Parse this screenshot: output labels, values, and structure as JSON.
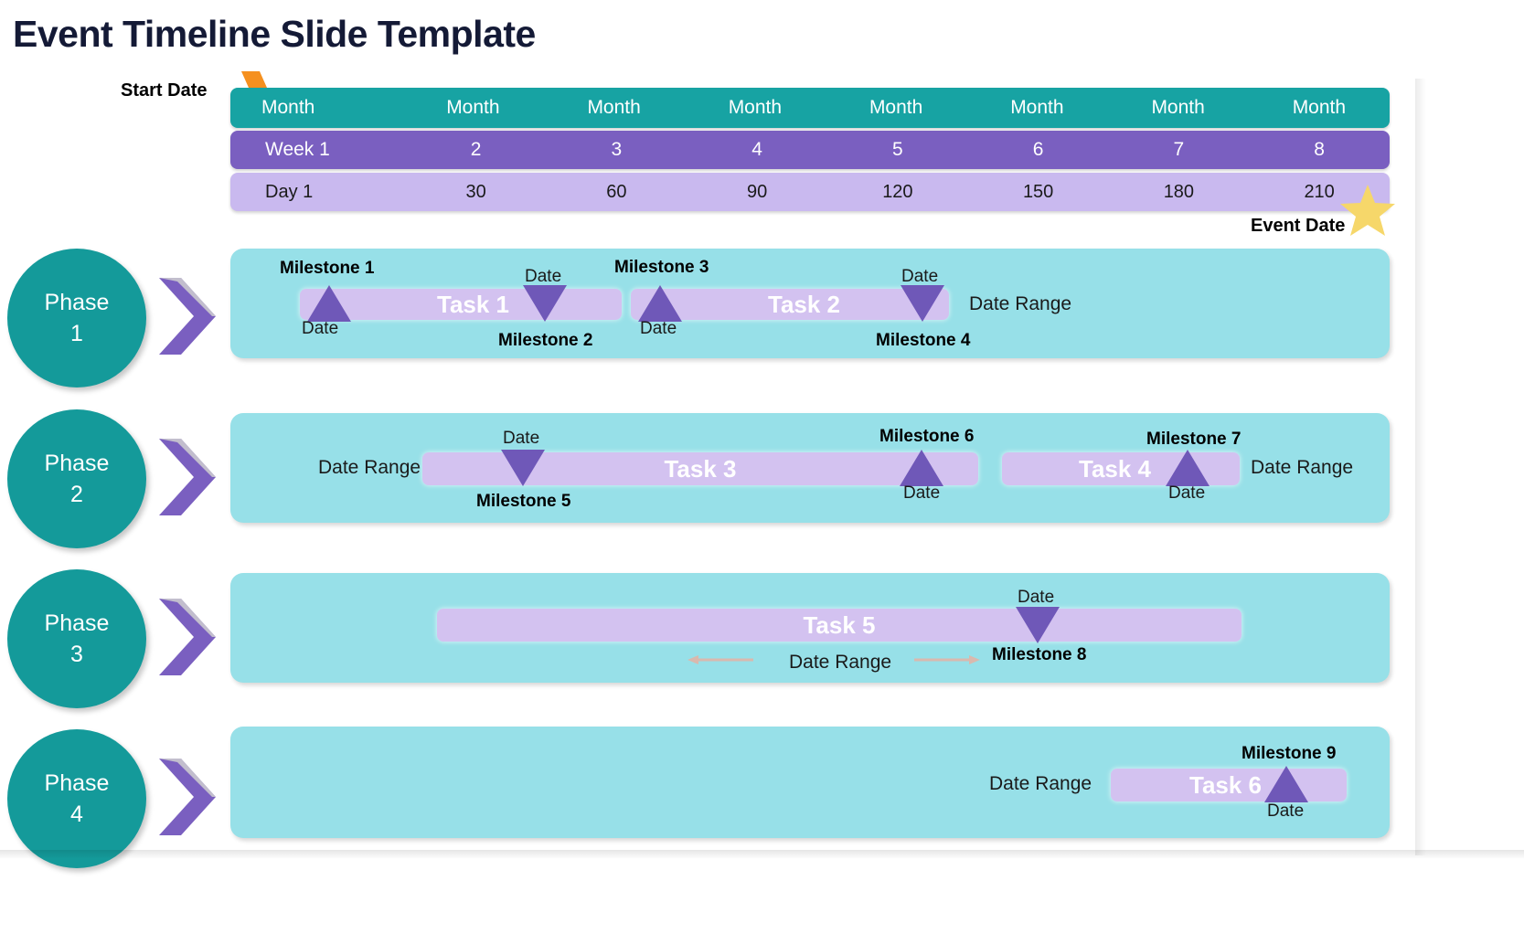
{
  "title": "Event Timeline Slide Template",
  "header": {
    "start_date_label": "Start Date",
    "event_date_label": "Event Date",
    "start_chevron_icon": "chevron-right-icon",
    "event_star_icon": "star-icon",
    "months": [
      "Month",
      "Month",
      "Month",
      "Month",
      "Month",
      "Month",
      "Month",
      "Month"
    ],
    "weeks": [
      "Week 1",
      "2",
      "3",
      "4",
      "5",
      "6",
      "7",
      "8"
    ],
    "days": [
      "Day 1",
      "30",
      "60",
      "90",
      "120",
      "150",
      "180",
      "210"
    ]
  },
  "colors": {
    "title": "#141a36",
    "month_bar": "#17a3a3",
    "week_bar": "#7a5fc0",
    "day_bar": "#c9b9ef",
    "phase_circle": "#149a9a",
    "phase_chevron": "#7a5fc0",
    "panel": "#97e0e8",
    "task_bar": "#d3c2f0",
    "milestone_triangle": "#6f58b8",
    "start_chevron": "#f5901f",
    "event_star": "#f6d76a"
  },
  "phases": [
    {
      "circle_line1": "Phase",
      "circle_line2": "1",
      "chevron_icon": "chevron-right-icon",
      "tasks": [
        {
          "label": "Task 1"
        },
        {
          "label": "Task 2"
        }
      ],
      "milestones": [
        {
          "name": "Milestone 1",
          "date": "Date",
          "direction": "up"
        },
        {
          "name": "Milestone 2",
          "date": "Date",
          "direction": "down"
        },
        {
          "name": "Milestone 3",
          "date": "Date",
          "direction": "up"
        },
        {
          "name": "Milestone 4",
          "date": "Date",
          "direction": "down"
        }
      ],
      "ranges": [
        "Date Range"
      ]
    },
    {
      "circle_line1": "Phase",
      "circle_line2": "2",
      "chevron_icon": "chevron-right-icon",
      "tasks": [
        {
          "label": "Task 3"
        },
        {
          "label": "Task 4"
        }
      ],
      "milestones": [
        {
          "name": "Milestone 5",
          "date": "Date",
          "direction": "down"
        },
        {
          "name": "Milestone 6",
          "date": "Date",
          "direction": "up"
        },
        {
          "name": "Milestone 7",
          "date": "Date",
          "direction": "up"
        }
      ],
      "ranges": [
        "Date Range",
        "Date Range"
      ]
    },
    {
      "circle_line1": "Phase",
      "circle_line2": "3",
      "chevron_icon": "chevron-right-icon",
      "tasks": [
        {
          "label": "Task 5"
        }
      ],
      "milestones": [
        {
          "name": "Milestone 8",
          "date": "Date",
          "direction": "down"
        }
      ],
      "ranges": [
        "Date Range"
      ]
    },
    {
      "circle_line1": "Phase",
      "circle_line2": "4",
      "chevron_icon": "chevron-right-icon",
      "tasks": [
        {
          "label": "Task 6"
        }
      ],
      "milestones": [
        {
          "name": "Milestone 9",
          "date": "Date",
          "direction": "up"
        }
      ],
      "ranges": [
        "Date Range"
      ]
    }
  ]
}
